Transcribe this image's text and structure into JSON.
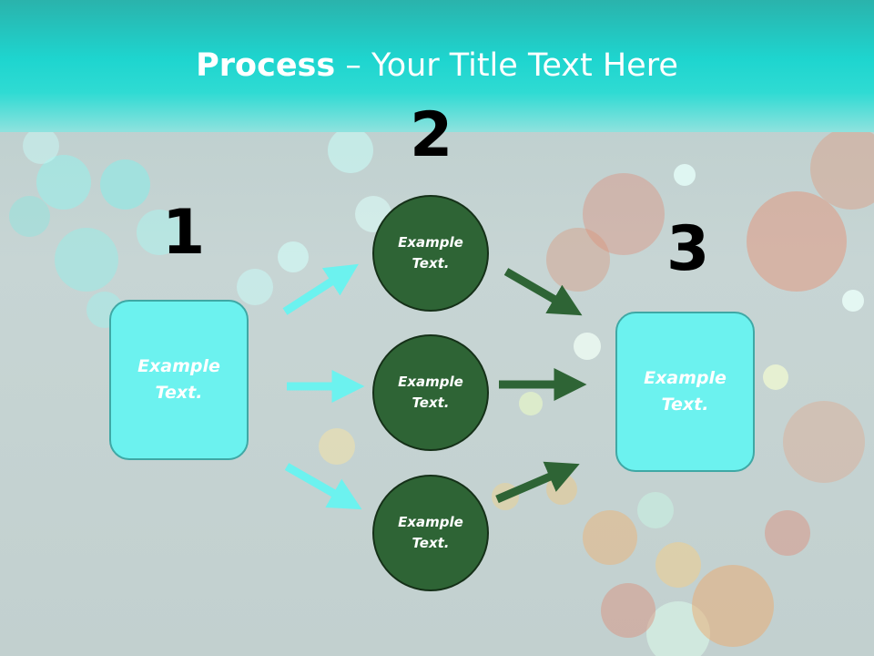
{
  "slide": {
    "title_bold": "Process",
    "title_rest": " – Your Title Text Here"
  },
  "steps": {
    "one": "1",
    "two": "2",
    "three": "3"
  },
  "boxes": {
    "left": "Example Text.",
    "right": "Example Text."
  },
  "circles": {
    "top": "Example Text.",
    "middle": "Example Text.",
    "bottom": "Example Text."
  },
  "colors": {
    "header": "#1ed5cf",
    "box_fill": "#6cf2ef",
    "circle_fill": "#2e6435",
    "arrow_cyan": "#6cf2ef",
    "arrow_green": "#2e6435"
  }
}
